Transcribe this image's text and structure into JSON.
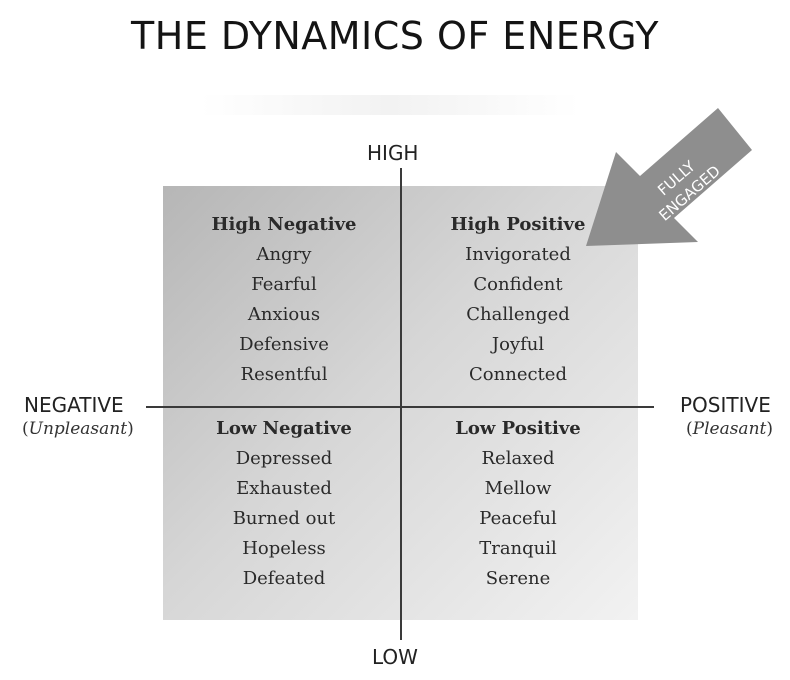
{
  "title": "THE DYNAMICS OF ENERGY",
  "axes": {
    "top": "HIGH",
    "bottom": "LOW",
    "left": {
      "label": "NEGATIVE",
      "sub": "Unpleasant"
    },
    "right": {
      "label": "POSITIVE",
      "sub": "Pleasant"
    }
  },
  "quadrants": {
    "high_negative": {
      "heading": "High Negative",
      "items": [
        "Angry",
        "Fearful",
        "Anxious",
        "Defensive",
        "Resentful"
      ]
    },
    "high_positive": {
      "heading": "High Positive",
      "items": [
        "Invigorated",
        "Confident",
        "Challenged",
        "Joyful",
        "Connected"
      ]
    },
    "low_negative": {
      "heading": "Low Negative",
      "items": [
        "Depressed",
        "Exhausted",
        "Burned out",
        "Hopeless",
        "Defeated"
      ]
    },
    "low_positive": {
      "heading": "Low Positive",
      "items": [
        "Relaxed",
        "Mellow",
        "Peaceful",
        "Tranquil",
        "Serene"
      ]
    }
  },
  "callout": {
    "line1": "FULLY",
    "line2": "ENGAGED"
  },
  "colors": {
    "arrow": "#8e8e8e",
    "panel_dark": "#b6b6b6",
    "panel_light": "#f2f2f2"
  }
}
